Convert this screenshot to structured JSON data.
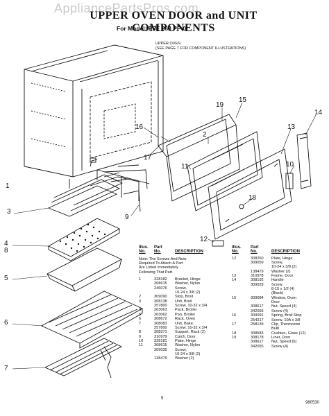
{
  "watermark": "AppliancePartsPros.com",
  "header": {
    "title": "UPPER OVEN DOOR and UNIT COMPONENTS",
    "model": "For Model: RJE 963 PP-0"
  },
  "upper_oven_note": [
    "UPPER OVEN",
    "(SEE PAGE 7 FOR COMPONENT ILLUSTRATIONS)"
  ],
  "callouts": [
    "1",
    "2",
    "3",
    "4",
    "5",
    "6",
    "7",
    "8",
    "9",
    "10",
    "11",
    "12",
    "13",
    "14",
    "15",
    "16",
    "17",
    "18",
    "19"
  ],
  "table": {
    "headers": {
      "illus": "Illus.",
      "no": "No.",
      "part": "Part",
      "desc": "DESCRIPTION"
    },
    "note": [
      "Note: The Screws And Nuts",
      "Required To Attach A Part",
      "Are Listed Immediately",
      "Following That Part."
    ],
    "left_rows": [
      [
        "1",
        "328182",
        "Bracket, Hinge"
      ],
      [
        "",
        "308615",
        "Washer, Nylon"
      ],
      [
        "",
        "246076",
        "Screw,"
      ],
      [
        "",
        "",
        "10-24 x 3/8 (2)"
      ],
      [
        "2",
        "309090",
        "Stop, Broil"
      ],
      [
        "3",
        "308138",
        "Unit, Broil"
      ],
      [
        "",
        "257800",
        "Screw, 10-32 x 3/4"
      ],
      [
        "4",
        "263063",
        "Pack, Broiler"
      ],
      [
        "5",
        "263062",
        "Pan, Broiler"
      ],
      [
        "6",
        "308672",
        "Rack, Oven"
      ],
      [
        "7",
        "308083",
        "Unit, Bake"
      ],
      [
        "",
        "257800",
        "Screw, 10-32 x 3/4"
      ],
      [
        "8",
        "308371",
        "Support, Rack (2)"
      ],
      [
        "9",
        "310979",
        "Catch, Door"
      ],
      [
        "10",
        "328181",
        "Plate, Hinge"
      ],
      [
        "11",
        "308615",
        "Washer, Nylon"
      ],
      [
        "",
        "309039",
        "Screw,"
      ],
      [
        "",
        "",
        "10-24 x 3/8 (2)"
      ],
      [
        "",
        "138479",
        "Washer (2)"
      ]
    ],
    "right_rows": [
      [
        "12",
        "308260",
        "Plate, Hinge"
      ],
      [
        "",
        "309059",
        "Screw,"
      ],
      [
        "",
        "",
        "10-24 x 3/8 (2)"
      ],
      [
        "",
        "138479",
        "Washer (2)"
      ],
      [
        "13",
        "310978",
        "Frame, Door"
      ],
      [
        "14",
        "308192",
        "Handle"
      ],
      [
        "",
        "309029",
        "Screw,"
      ],
      [
        "",
        "",
        "8-15 x 1/2 (4)"
      ],
      [
        "",
        "",
        "(Black)"
      ],
      [
        "15",
        "309084",
        "Window, Oven"
      ],
      [
        "",
        "",
        "Door"
      ],
      [
        "",
        "308617",
        "Nut, Speed (4)"
      ],
      [
        "",
        "342055",
        "Screw (4)"
      ],
      [
        "16",
        "309091",
        "Spring, Broil Stop"
      ],
      [
        "",
        "254217",
        "Screw, 10A x 3/8"
      ],
      [
        "17",
        "258139",
        "Clip, Thermostat"
      ],
      [
        "",
        "",
        "Bulb"
      ],
      [
        "18",
        "308583",
        "Cushion, Glass (12)"
      ],
      [
        "19",
        "308178",
        "Liner, Door"
      ],
      [
        "",
        "308617",
        "Nut, Speed (6)"
      ],
      [
        "",
        "342055",
        "Screw (4)"
      ]
    ]
  },
  "footer": {
    "page": "5",
    "code": "980530"
  }
}
